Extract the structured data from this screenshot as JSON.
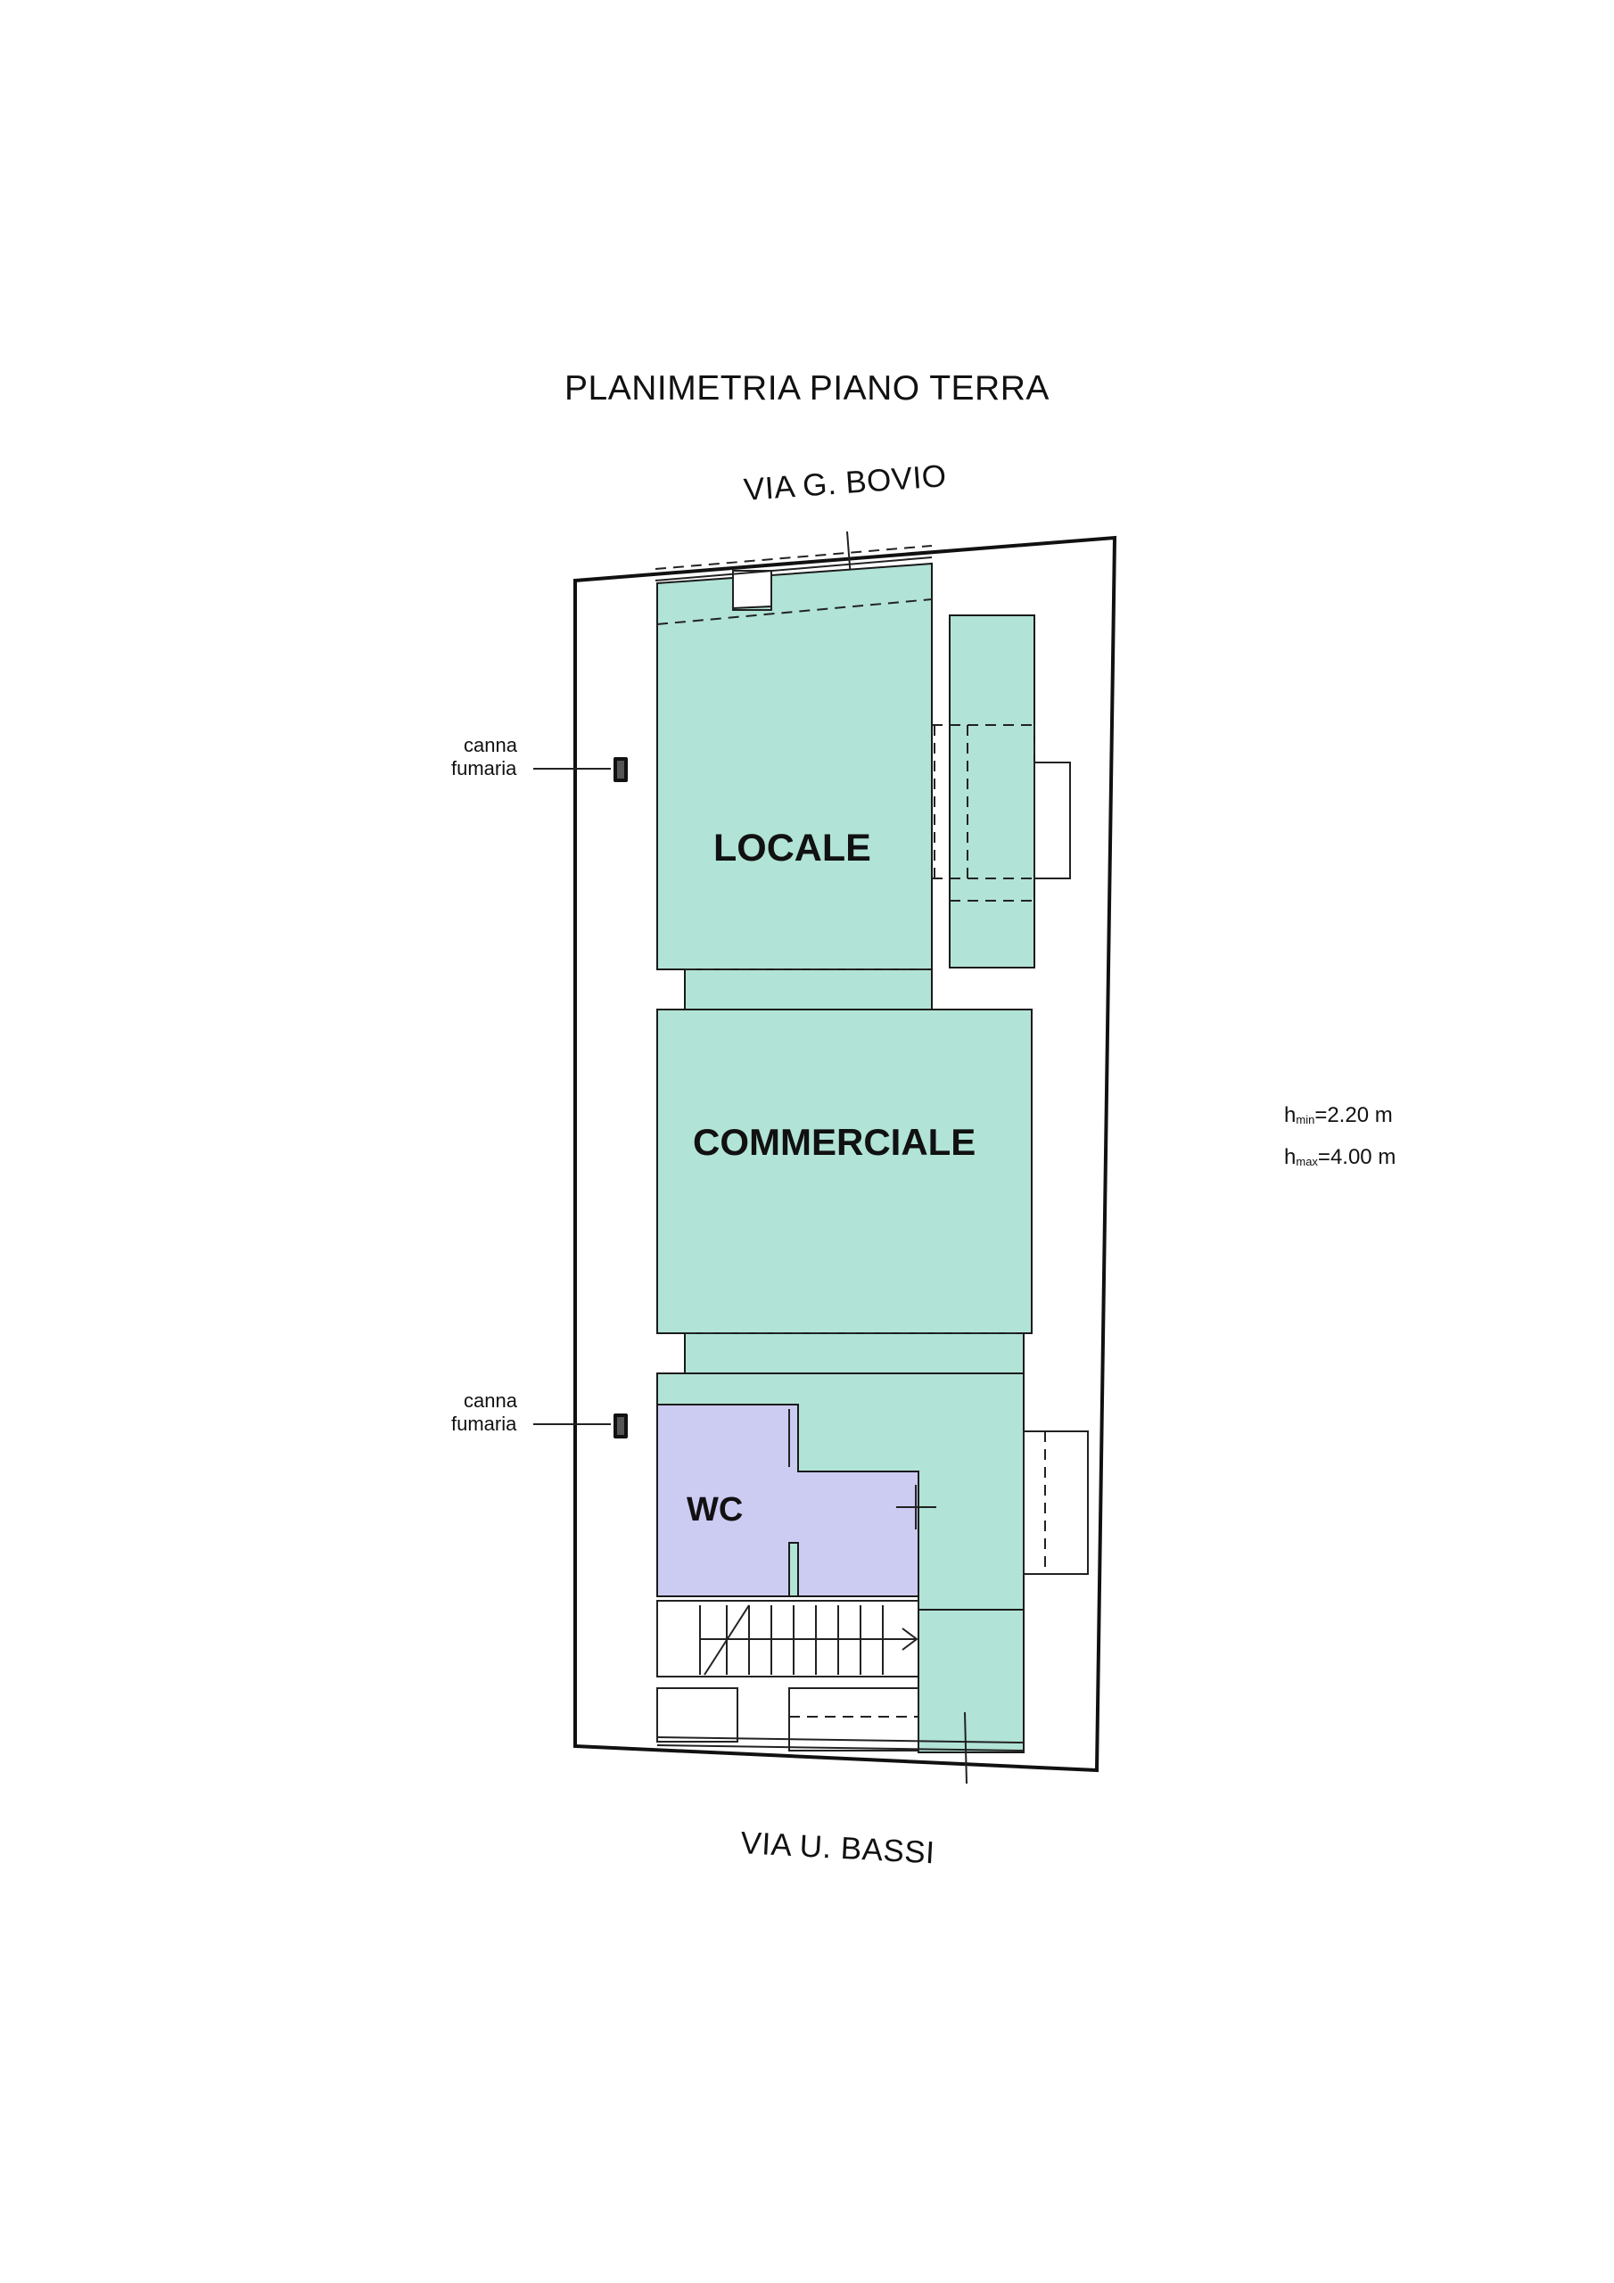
{
  "title": "PLANIMETRIA PIANO TERRA",
  "streets": {
    "top": "VIA G. BOVIO",
    "bottom": "VIA U. BASSI"
  },
  "rooms": {
    "main_line1": "LOCALE",
    "main_line2": "COMMERCIALE",
    "wc": "WC"
  },
  "annotations": {
    "flue_line1": "canna",
    "flue_line2": "fumaria"
  },
  "heights": {
    "min_prefix": "h",
    "min_sub": "min",
    "min_value": "=2.20 m",
    "max_prefix": "h",
    "max_sub": "max",
    "max_value": "=4.00 m"
  },
  "colors": {
    "room_fill": "#b1e3d6",
    "wc_fill": "#cccbf2"
  }
}
